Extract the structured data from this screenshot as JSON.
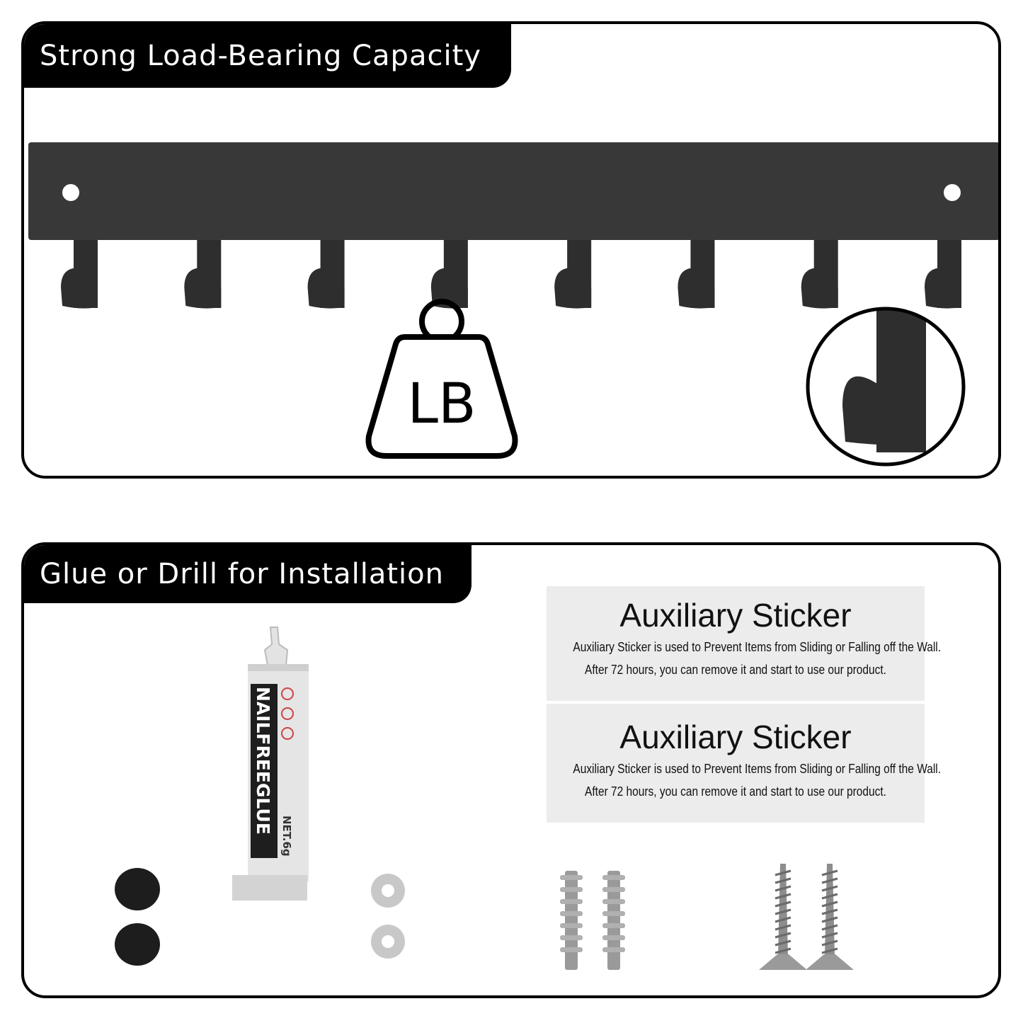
{
  "top_panel": {
    "title": "Strong Load-Bearing Capacity",
    "weight_label": "LB",
    "hook_count": 8
  },
  "bottom_panel": {
    "title": "Glue or Drill for Installation",
    "glue_tube": {
      "brand_text": "NAILFREEGLUE",
      "net_text": "NET.6g"
    },
    "stickers": [
      {
        "title": "Auxiliary Sticker",
        "line1": "Auxiliary Sticker is used to Prevent Items from Sliding or Falling off the Wall.",
        "line2": "After 72 hours, you can remove it and start to use our product."
      },
      {
        "title": "Auxiliary Sticker",
        "line1": "Auxiliary Sticker is used to Prevent Items from Sliding or Falling off the Wall.",
        "line2": "After 72 hours, you can remove it and start to use our product."
      }
    ]
  },
  "colors": {
    "rack": "#383838",
    "hook": "#2e2e2e",
    "panel_border": "#000000",
    "tab_bg": "#000000",
    "tab_text": "#ffffff",
    "sticker_bg": "#ececec",
    "anchor": "#9a9a9a",
    "screw": "#8d8d8d"
  }
}
